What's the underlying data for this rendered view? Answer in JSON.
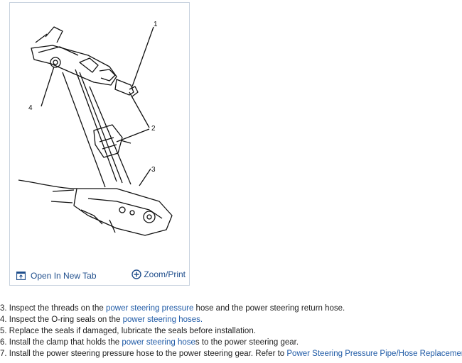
{
  "figure": {
    "callouts": [
      "1",
      "2",
      "3",
      "4"
    ],
    "open_tab_label": "Open In New Tab",
    "zoom_label": "Zoom/Print",
    "icons": {
      "open_tab": "open-in-new-tab-icon",
      "zoom": "zoom-plus-icon"
    }
  },
  "steps": [
    {
      "num": "3.",
      "pre": "Inspect the threads on the ",
      "link": "power steering pressure",
      "post": " hose and the power steering return hose."
    },
    {
      "num": "4.",
      "pre": "Inspect the O-ring seals on the ",
      "link": "power steering hoses.",
      "post": ""
    },
    {
      "num": "5.",
      "pre": "Replace the seals if damaged, lubricate the seals before installation.",
      "link": "",
      "post": ""
    },
    {
      "num": "6.",
      "pre": "Install the clamp that holds the ",
      "link": "power steering hose",
      "post": "s to the power steering gear."
    },
    {
      "num": "7.",
      "pre": "Install the power steering pressure hose to the power steering gear. Refer to ",
      "link": "Power Steering Pressure Pipe/Hose Replacement",
      "post": "."
    }
  ],
  "colors": {
    "link": "#1f5aa6",
    "border": "#c9d3df",
    "text": "#222222"
  }
}
